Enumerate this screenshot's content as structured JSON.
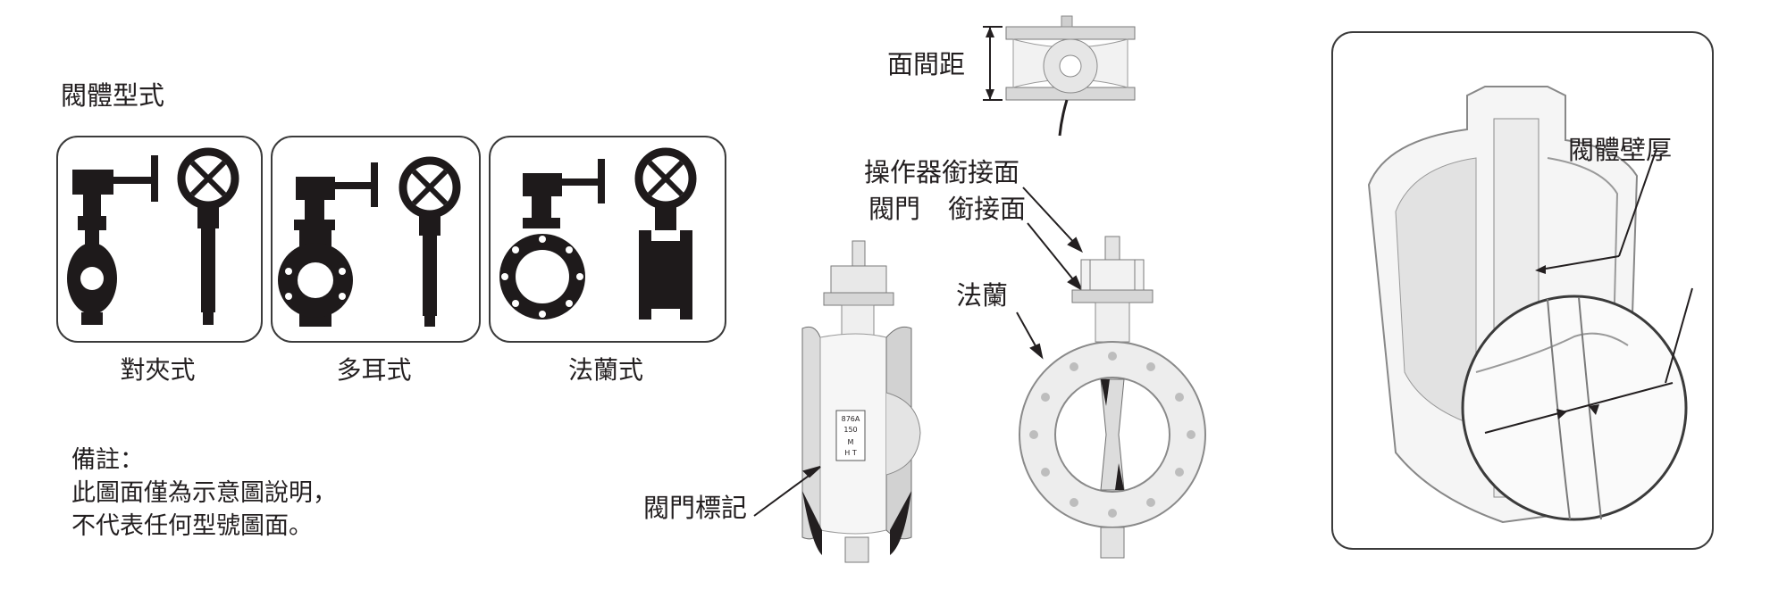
{
  "valve_types": {
    "heading": "閥體型式",
    "items": [
      {
        "label": "對夾式"
      },
      {
        "label": "多耳式"
      },
      {
        "label": "法蘭式"
      }
    ]
  },
  "note": {
    "title": "備註：",
    "lines": "此圖面僅為示意圖說明，\n不代表任何型號圖面。"
  },
  "callouts": {
    "face_to_face": "面間距",
    "actuator_interface": "操作器銜接面",
    "valve_interface_a": "閥門",
    "valve_interface_b": "銜接面",
    "flange": "法蘭",
    "valve_marking": "閥門標記",
    "body_wall_thickness": "閥體壁厚"
  },
  "nameplate": {
    "line1": "876A",
    "line2": "150",
    "line3": "M",
    "line4": "H  T"
  },
  "colors": {
    "ink": "#231f20",
    "silhouette": "#1e1a1b",
    "metal_light": "#f2f2f2",
    "metal_mid": "#d8d8d8",
    "metal_dark": "#a9a9a9",
    "border": "#3b3b3b"
  }
}
